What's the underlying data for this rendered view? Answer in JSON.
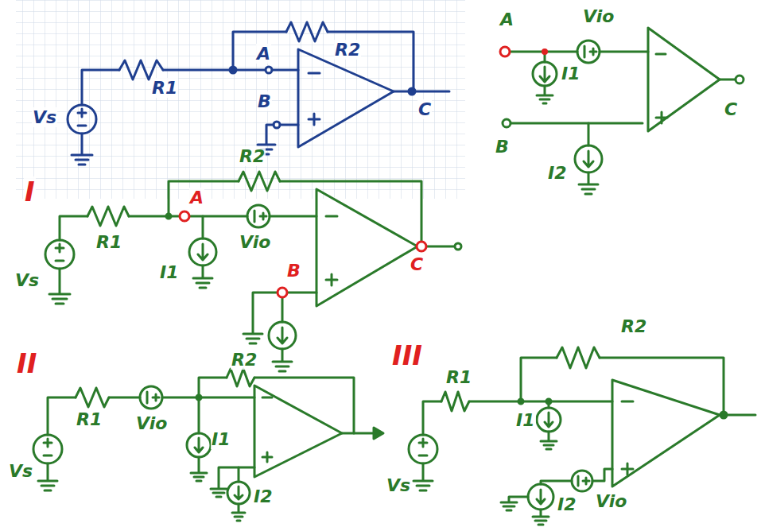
{
  "diagram": {
    "labels": [
      "R2",
      "A",
      "R1",
      "B",
      "C",
      "Vs",
      "A",
      "Vio",
      "I1",
      "C",
      "B",
      "I2",
      "I",
      "R2",
      "A",
      "R1",
      "Vs",
      "I1",
      "Vio",
      "B",
      "C",
      "II",
      "R1",
      "Vio",
      "R2",
      "Vs",
      "I1",
      "I2",
      "III",
      "R2",
      "R1",
      "Vs",
      "I1",
      "I2",
      "Vio"
    ]
  }
}
